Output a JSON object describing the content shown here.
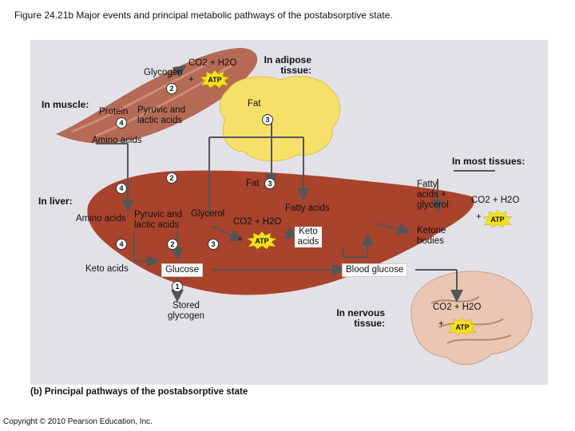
{
  "title": "Figure 24.21b Major events and principal metabolic pathways of the postabsorptive state.",
  "caption": "(b) Principal pathways of the postabsorptive state",
  "copyright": "Copyright © 2010 Pearson Education, Inc.",
  "sections": {
    "muscle": "In muscle:",
    "adipose": "In adipose tissue:",
    "liver": "In liver:",
    "most_tissues": "In most tissues:",
    "nervous": "In nervous tissue:"
  },
  "labels": {
    "co2_h2o_muscle": "CO2 + H2O",
    "glycogen": "Glycogen",
    "plus_muscle": "+",
    "protein": "Protein",
    "pyruvic_muscle": "Pyruvic and lactic acids",
    "fat_adipose": "Fat",
    "amino_acids_top": "Amino acids",
    "fat_liver": "Fat",
    "fatty_acids_liver": "Fatty acids",
    "amino_acids_liver": "Amino acids",
    "pyruvic_liver": "Pyruvic and lactic acids",
    "glycerol": "Glycerol",
    "co2_h2o_liver": "CO2 + H2O",
    "plus_liver": "+",
    "keto_acids_liver": "Keto acids",
    "keto_acids_left": "Keto acids",
    "glucose": "Glucose",
    "blood_glucose": "Blood glucose",
    "stored_glycogen": "Stored glycogen",
    "fatty_acids_glycerol": "Fatty acids + glycerol",
    "co2_h2o_tissues": "CO2 + H2O",
    "plus_tissues": "+",
    "ketone_bodies": "Ketone bodies",
    "co2_h2o_brain": "CO2 + H2O",
    "plus_brain": "+"
  },
  "atp": "ATP",
  "numbers": {
    "muscle_glycogen": "2",
    "muscle_protein": "4",
    "adipose_fat": "3",
    "liver_2_top": "2",
    "liver_4_top": "4",
    "liver_fat": "3",
    "liver_4_bottom": "4",
    "liver_2_bottom": "2",
    "liver_3_bottom": "3",
    "glucose_1": "1"
  },
  "colors": {
    "panel": "#e3e1e8",
    "muscle": "#b56a55",
    "fat": "#f6e06a",
    "liver": "#a9432c",
    "brain": "#e9c7b2",
    "atp": "#f5e21c",
    "arrow": "#555555"
  }
}
